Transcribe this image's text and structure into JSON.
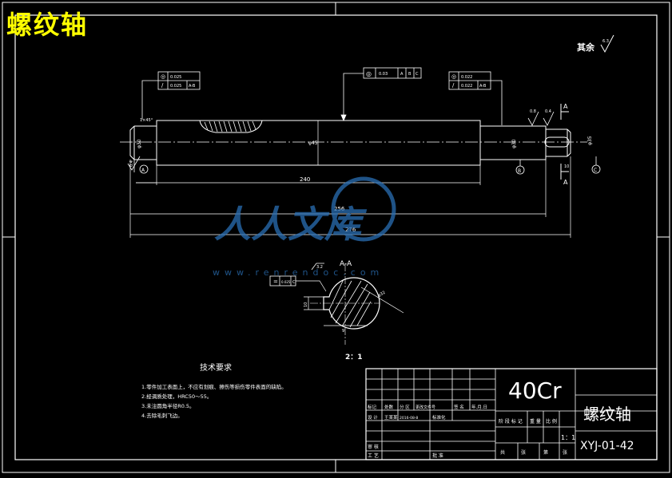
{
  "overlay_title": "螺纹轴",
  "surface_note": {
    "label": "其余",
    "value": "6.3"
  },
  "tolerance_frames": {
    "left": [
      {
        "symbol": "◎",
        "value": "0.025"
      },
      {
        "symbol": "/",
        "value": "0.025",
        "ref": "A-B"
      }
    ],
    "center": {
      "symbol": "◎",
      "value": "0.03",
      "refs": [
        "A",
        "B",
        "C"
      ]
    },
    "right": [
      {
        "symbol": "◎",
        "value": "0.022"
      },
      {
        "symbol": "/",
        "value": "0.022",
        "ref": "A-B"
      }
    ],
    "section": {
      "symbol": "=",
      "value": "0.025",
      "ref": "C"
    }
  },
  "dimensions": {
    "chamfer": "1×45°",
    "left_dia": "φ30",
    "center_dia": "φ45",
    "right_dia": "φ30",
    "right_end_dia": "φ35",
    "len_240": "240",
    "len_256": "256",
    "len_276": "276",
    "key_width": "10",
    "section_depth": "9",
    "section_dia": "φ32",
    "section_width": "10",
    "ra_left": "0.4",
    "ra_right1": "0.8",
    "ra_right2": "0.4",
    "ra_section": "3.2"
  },
  "datums": {
    "a": "A",
    "b": "B",
    "c": "C"
  },
  "section": {
    "label": "A-A",
    "scale": "2：1",
    "cut_label": "A"
  },
  "tech_requirements": {
    "title": "技术要求",
    "items": [
      "1.零件加工表面上，不应有划痕、擦伤等损伤零件表面的缺陷。",
      "2.经调质处理，HRC50～55。",
      "3.未注圆角半径R0.5。",
      "4.去除毛刺飞边。"
    ]
  },
  "title_block": {
    "material": "40Cr",
    "part_name": "螺纹轴",
    "drawing_no": "XYJ-01-42",
    "scale": "1：1",
    "headers": [
      "标记",
      "处数",
      "分 区",
      "更改文件号",
      "签 名",
      "年.月.日"
    ],
    "design_row": [
      "设 计",
      "王某某",
      "2016-08-8",
      "标准化"
    ],
    "stage_labels": [
      "阶 段 标 记",
      "重 量",
      "比 例"
    ],
    "sheet_labels": [
      "共",
      "张",
      "第",
      "张"
    ],
    "review": "审 核",
    "process": "工 艺",
    "approve": "批 准"
  },
  "watermark": {
    "text": "人人文库",
    "url": "www.renrendoc.com"
  },
  "colors": {
    "line": "#ffffff",
    "title": "#ffff00",
    "watermark": "#2a6fb5",
    "background": "#000000"
  }
}
